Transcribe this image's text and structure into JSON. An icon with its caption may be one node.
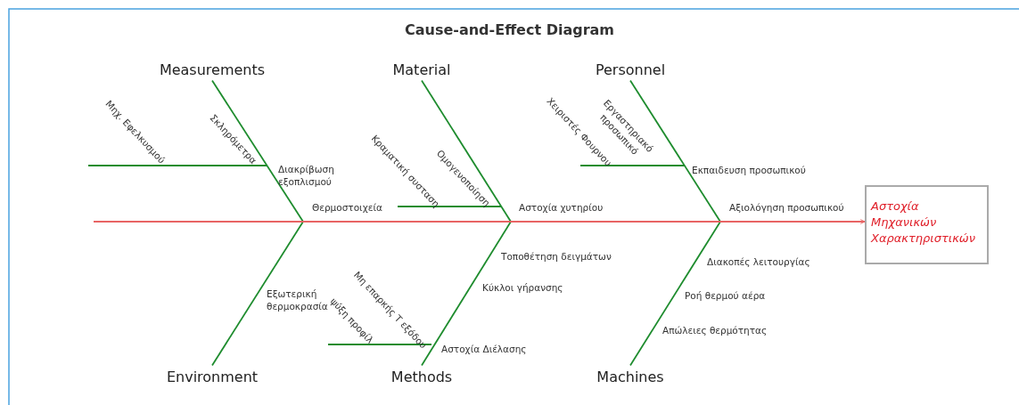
{
  "diagram": {
    "title": "Cause-and-Effect Diagram",
    "nodes": [
      {
        "text": [
          "Measurements"
        ]
      },
      {
        "text": [
          "Material"
        ]
      },
      {
        "text": [
          "Personnel"
        ]
      },
      {
        "text": [
          "Environment"
        ]
      },
      {
        "text": [
          "Methods"
        ]
      },
      {
        "text": [
          "Machines"
        ]
      },
      {
        "text": [
          "Αστοχία Μηχανικών Χαρακτηριστικών"
        ]
      }
    ],
    "edges": [
      {
        "from": 0,
        "to": null,
        "arrow": "none"
      },
      {
        "from": 1,
        "to": null,
        "arrow": "none"
      },
      {
        "from": 2,
        "to": null,
        "arrow": "none"
      },
      {
        "from": 3,
        "to": null,
        "arrow": "none"
      },
      {
        "from": 4,
        "to": null,
        "arrow": "none"
      },
      {
        "from": 5,
        "to": null,
        "arrow": "none"
      },
      {
        "from": null,
        "to": 6,
        "arrow": "to",
        "color": "#e86464"
      }
    ],
    "labels": [
      "Μηχ. Εφελκυσμού",
      "Σκληρόμετρα",
      "Διακρίβωση εξοπλισμού",
      "Θερμοστοιχεία",
      "Κραματική συσταση",
      "Ομογενοποίηση",
      "Αστοχία χυτηρίου",
      "Χειριστές Φουρνου",
      "Εργαστηριακό προσωπικό",
      "Εκπαιδευση προσωπικού",
      "Αξιολόγηση προσωπικού",
      "Τοποθέτηση δειγμάτων",
      "Κύκλοι γήρανσης",
      "Εξωτερική θερμοκρασία",
      "Μη επαρκής Τ εξόδου",
      "ψύξη προφίλ",
      "Αστοχία Διέλασης",
      "Διακοπές λειτουργίας",
      "Ροή θερμού αέρα",
      "Απώλειες θερμότητας"
    ]
  }
}
